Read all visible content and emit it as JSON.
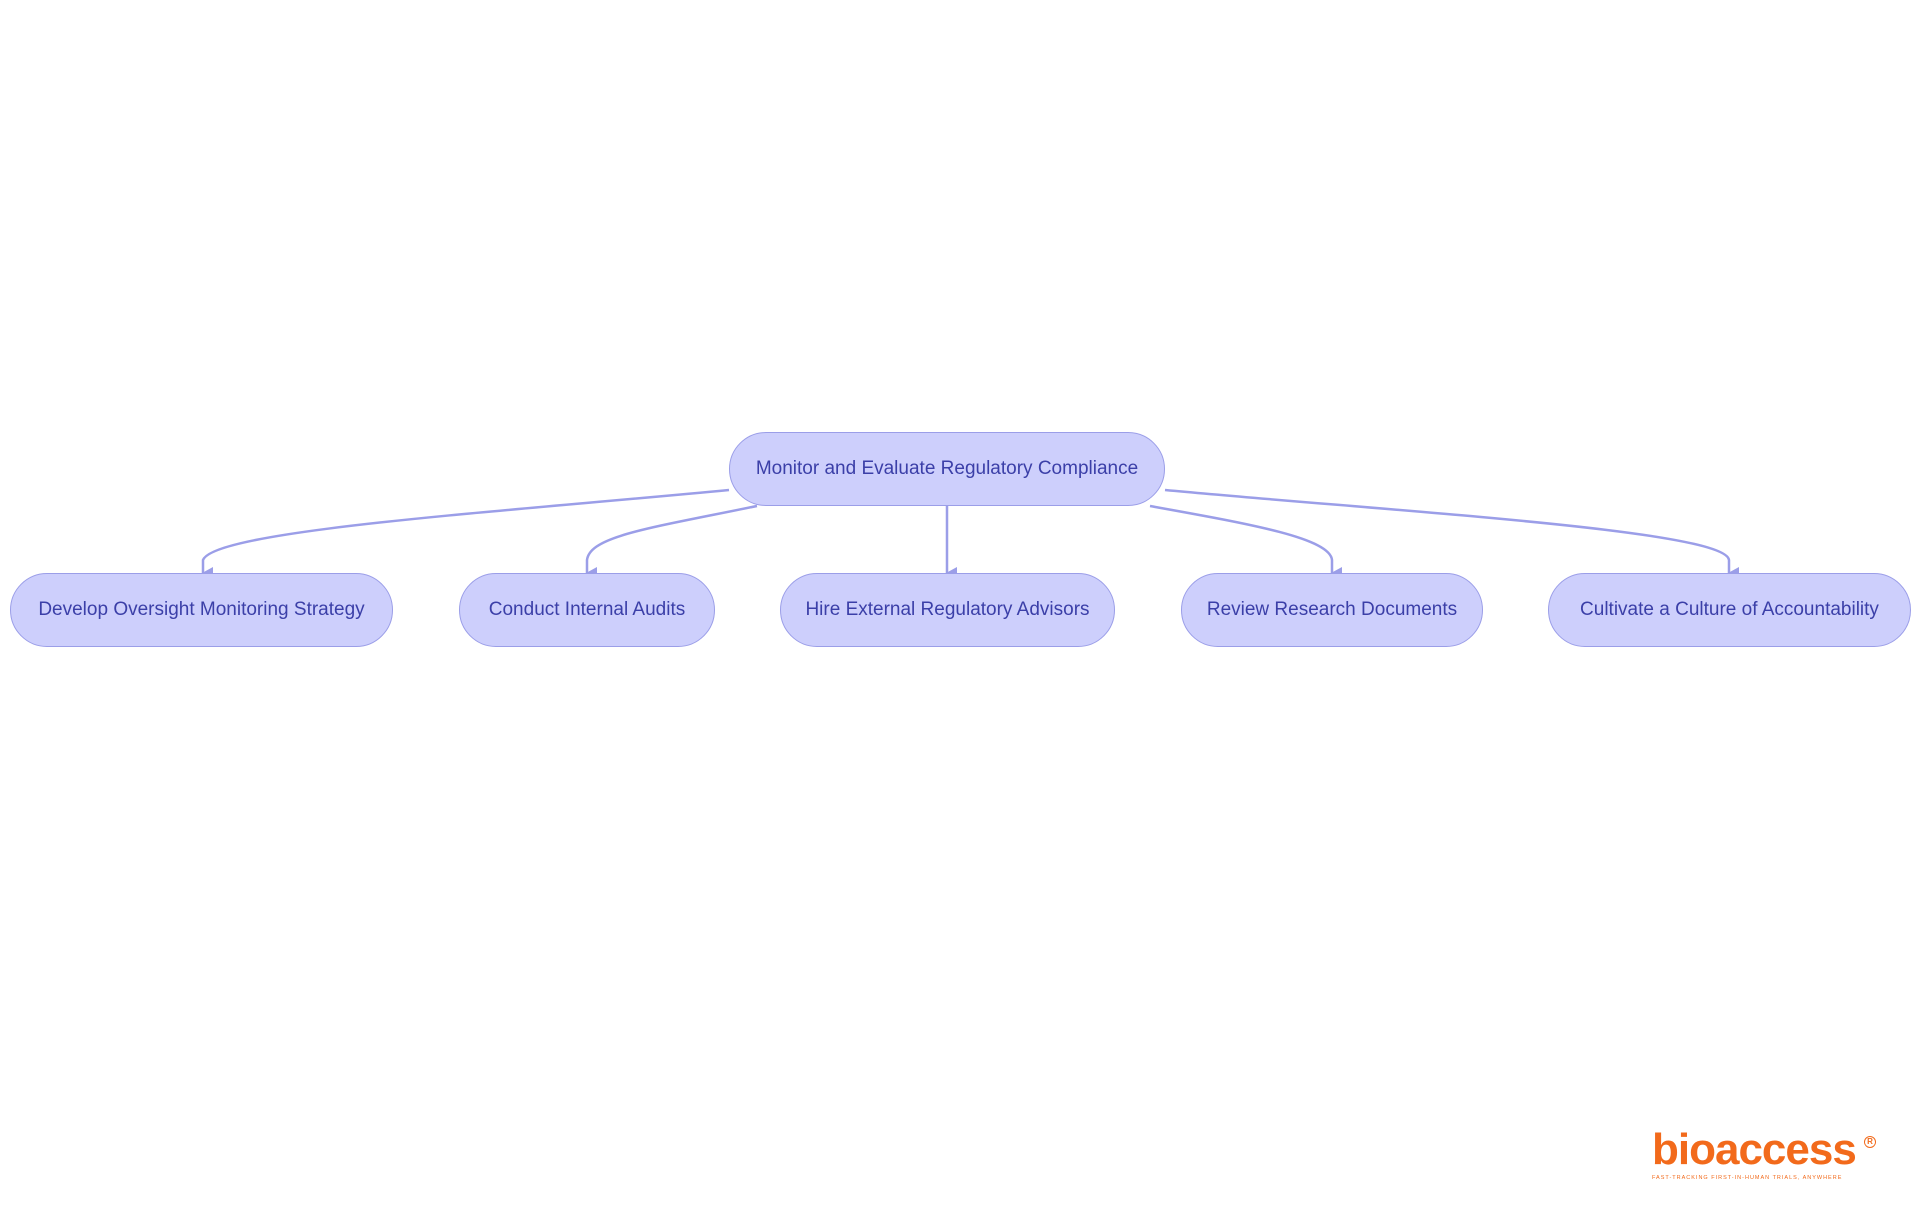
{
  "diagram": {
    "root": {
      "label": "Monitor and Evaluate Regulatory Compliance"
    },
    "children": [
      {
        "label": "Develop Oversight Monitoring Strategy"
      },
      {
        "label": "Conduct Internal Audits"
      },
      {
        "label": "Hire External Regulatory Advisors"
      },
      {
        "label": "Review Research Documents"
      },
      {
        "label": "Cultivate a Culture of Accountability"
      }
    ],
    "colors": {
      "node_fill": "#cdcffc",
      "node_border": "#9b9ee8",
      "edge": "#9b9ee8",
      "text": "#3b3fa8"
    }
  },
  "logo": {
    "name": "bioaccess",
    "registered": "R",
    "tagline": "FAST-TRACKING FIRST-IN-HUMAN TRIALS, ANYWHERE"
  }
}
